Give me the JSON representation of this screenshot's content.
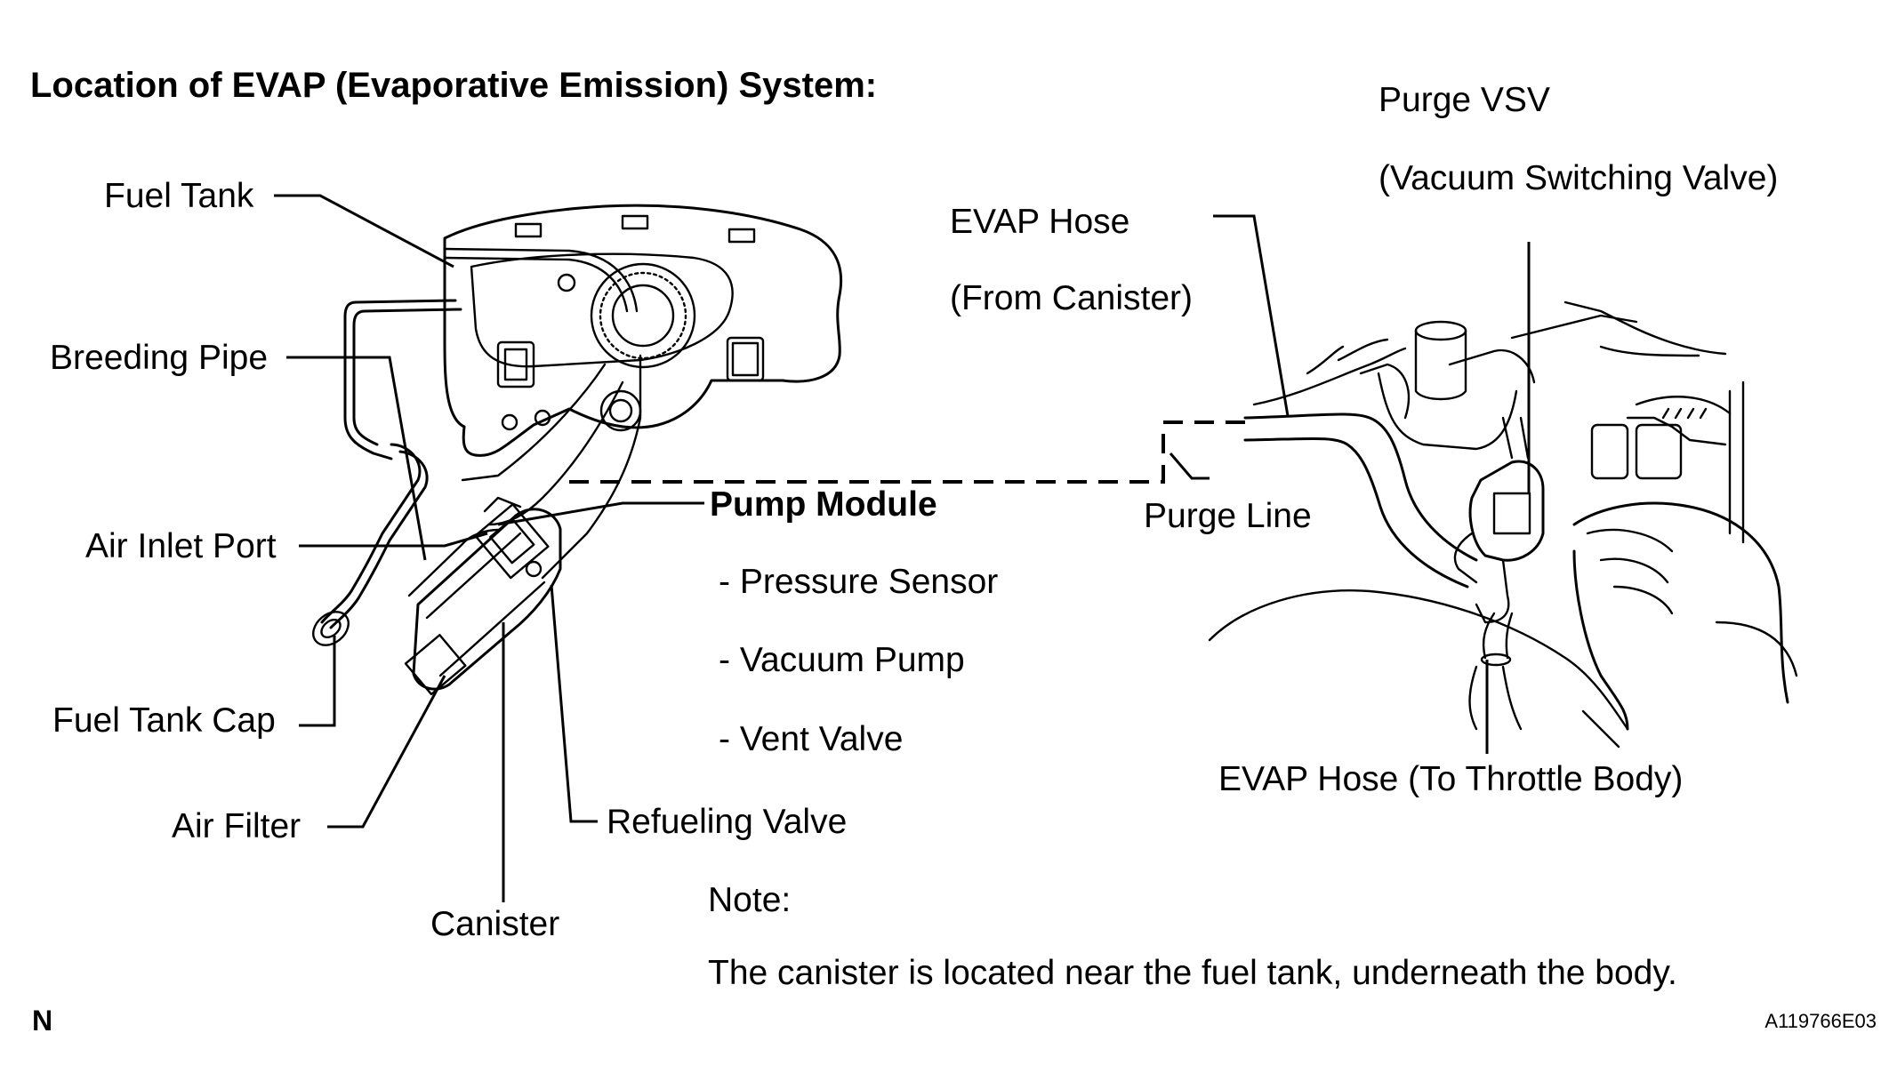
{
  "title": "Location of EVAP (Evaporative Emission) System:",
  "labels": {
    "fuel_tank": "Fuel Tank",
    "breeding_pipe": "Breeding Pipe",
    "air_inlet_port": "Air Inlet Port",
    "fuel_tank_cap": "Fuel Tank Cap",
    "air_filter": "Air Filter",
    "canister": "Canister",
    "refueling_valve": "Refueling Valve",
    "pump_module": "Pump Module",
    "pump_module_items": [
      "- Pressure Sensor",
      "- Vacuum Pump",
      "- Vent Valve"
    ],
    "evap_hose_from": "EVAP Hose",
    "evap_hose_from_sub": "(From Canister)",
    "purge_vsv": "Purge VSV",
    "purge_vsv_sub": "(Vacuum Switching Valve)",
    "purge_line": "Purge Line",
    "evap_hose_to_throttle": "EVAP Hose (To Throttle Body)"
  },
  "note": {
    "heading": "Note:",
    "text": "The canister is located near the fuel tank, underneath the body."
  },
  "corner_mark": "N",
  "figure_code": "A119766E03"
}
